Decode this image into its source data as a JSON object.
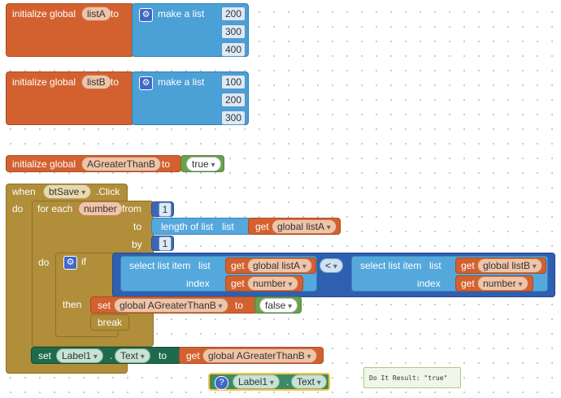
{
  "init_listA": {
    "label": "initialize global",
    "var": "listA",
    "to": "to",
    "make": "make a list",
    "items": [
      "200",
      "300",
      "400"
    ]
  },
  "init_listB": {
    "label": "initialize global",
    "var": "listB",
    "to": "to",
    "make": "make a list",
    "items": [
      "100",
      "200",
      "300"
    ]
  },
  "init_flag": {
    "label": "initialize global",
    "var": "AGreaterThanB",
    "to": "to",
    "value": "true"
  },
  "event": {
    "when": "when",
    "component": "btSave",
    "event": ".Click",
    "do": "do"
  },
  "loop": {
    "for_each": "for each",
    "var": "number",
    "from": "from",
    "from_val": "1",
    "to": "to",
    "length": "length of list",
    "list": "list",
    "get": "get",
    "get_var": "global listA",
    "by": "by",
    "by_val": "1",
    "do": "do"
  },
  "if_block": {
    "if": "if",
    "select1": "select list item",
    "list1": "list",
    "get1": "get",
    "get1_var": "global listA",
    "index1": "index",
    "get_idx1": "get",
    "idx1_var": "number",
    "op": "<",
    "select2": "select list item",
    "list2": "list",
    "get2": "get",
    "get2_var": "global listB",
    "index2": "index",
    "get_idx2": "get",
    "idx2_var": "number",
    "then": "then",
    "set": "set",
    "set_var": "global AGreaterThanB",
    "set_to": "to",
    "set_val": "false",
    "break": "break"
  },
  "set_label": {
    "set": "set",
    "component": "Label1",
    "dot": ".",
    "prop": "Text",
    "to": "to",
    "get": "get",
    "get_var": "global AGreaterThanB"
  },
  "getter": {
    "q": "?",
    "component": "Label1",
    "dot": ".",
    "prop": "Text"
  },
  "tooltip": {
    "text": "Do It Result: \"true\""
  }
}
